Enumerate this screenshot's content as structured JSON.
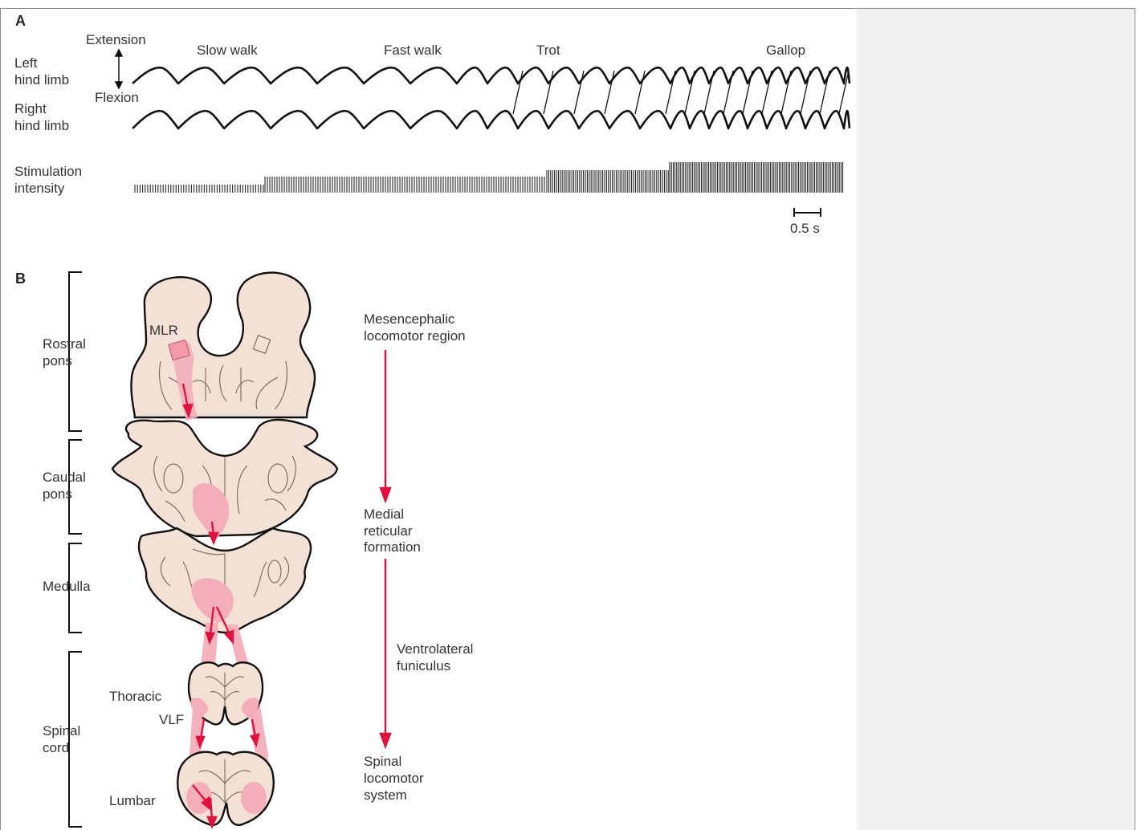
{
  "colors": {
    "tissue_fill": "#f3e1d6",
    "pathway_fill": "#f3aeb9",
    "arrow_red": "#e0103f",
    "ink": "#111111"
  },
  "panel_a": {
    "letter": "A",
    "extension_label": "Extension",
    "flexion_label": "Flexion",
    "left_limb": [
      "Left",
      "hind limb"
    ],
    "right_limb": [
      "Right",
      "hind limb"
    ],
    "gaits": [
      "Slow walk",
      "Fast walk",
      "Trot",
      "Gallop"
    ],
    "stimulation": [
      "Stimulation",
      "intensity"
    ],
    "scale_bar": "0.5 s"
  },
  "panel_b": {
    "letter": "B",
    "levels": {
      "rostral_pons": [
        "Rostral",
        "pons"
      ],
      "caudal_pons": [
        "Caudal",
        "pons"
      ],
      "medulla": "Medulla",
      "spinal_cord": [
        "Spinal",
        "cord"
      ]
    },
    "inner_labels": {
      "mlr": "MLR",
      "thoracic": "Thoracic",
      "vlf": "VLF",
      "lumbar": "Lumbar"
    },
    "pathway": {
      "mlr": [
        "Mesencephalic",
        "locomotor region"
      ],
      "reticular": [
        "Medial",
        "reticular",
        "formation"
      ],
      "funiculus": [
        "Ventrolateral",
        "funiculus"
      ],
      "spinal_system": [
        "Spinal",
        "locomotor",
        "system"
      ]
    }
  }
}
